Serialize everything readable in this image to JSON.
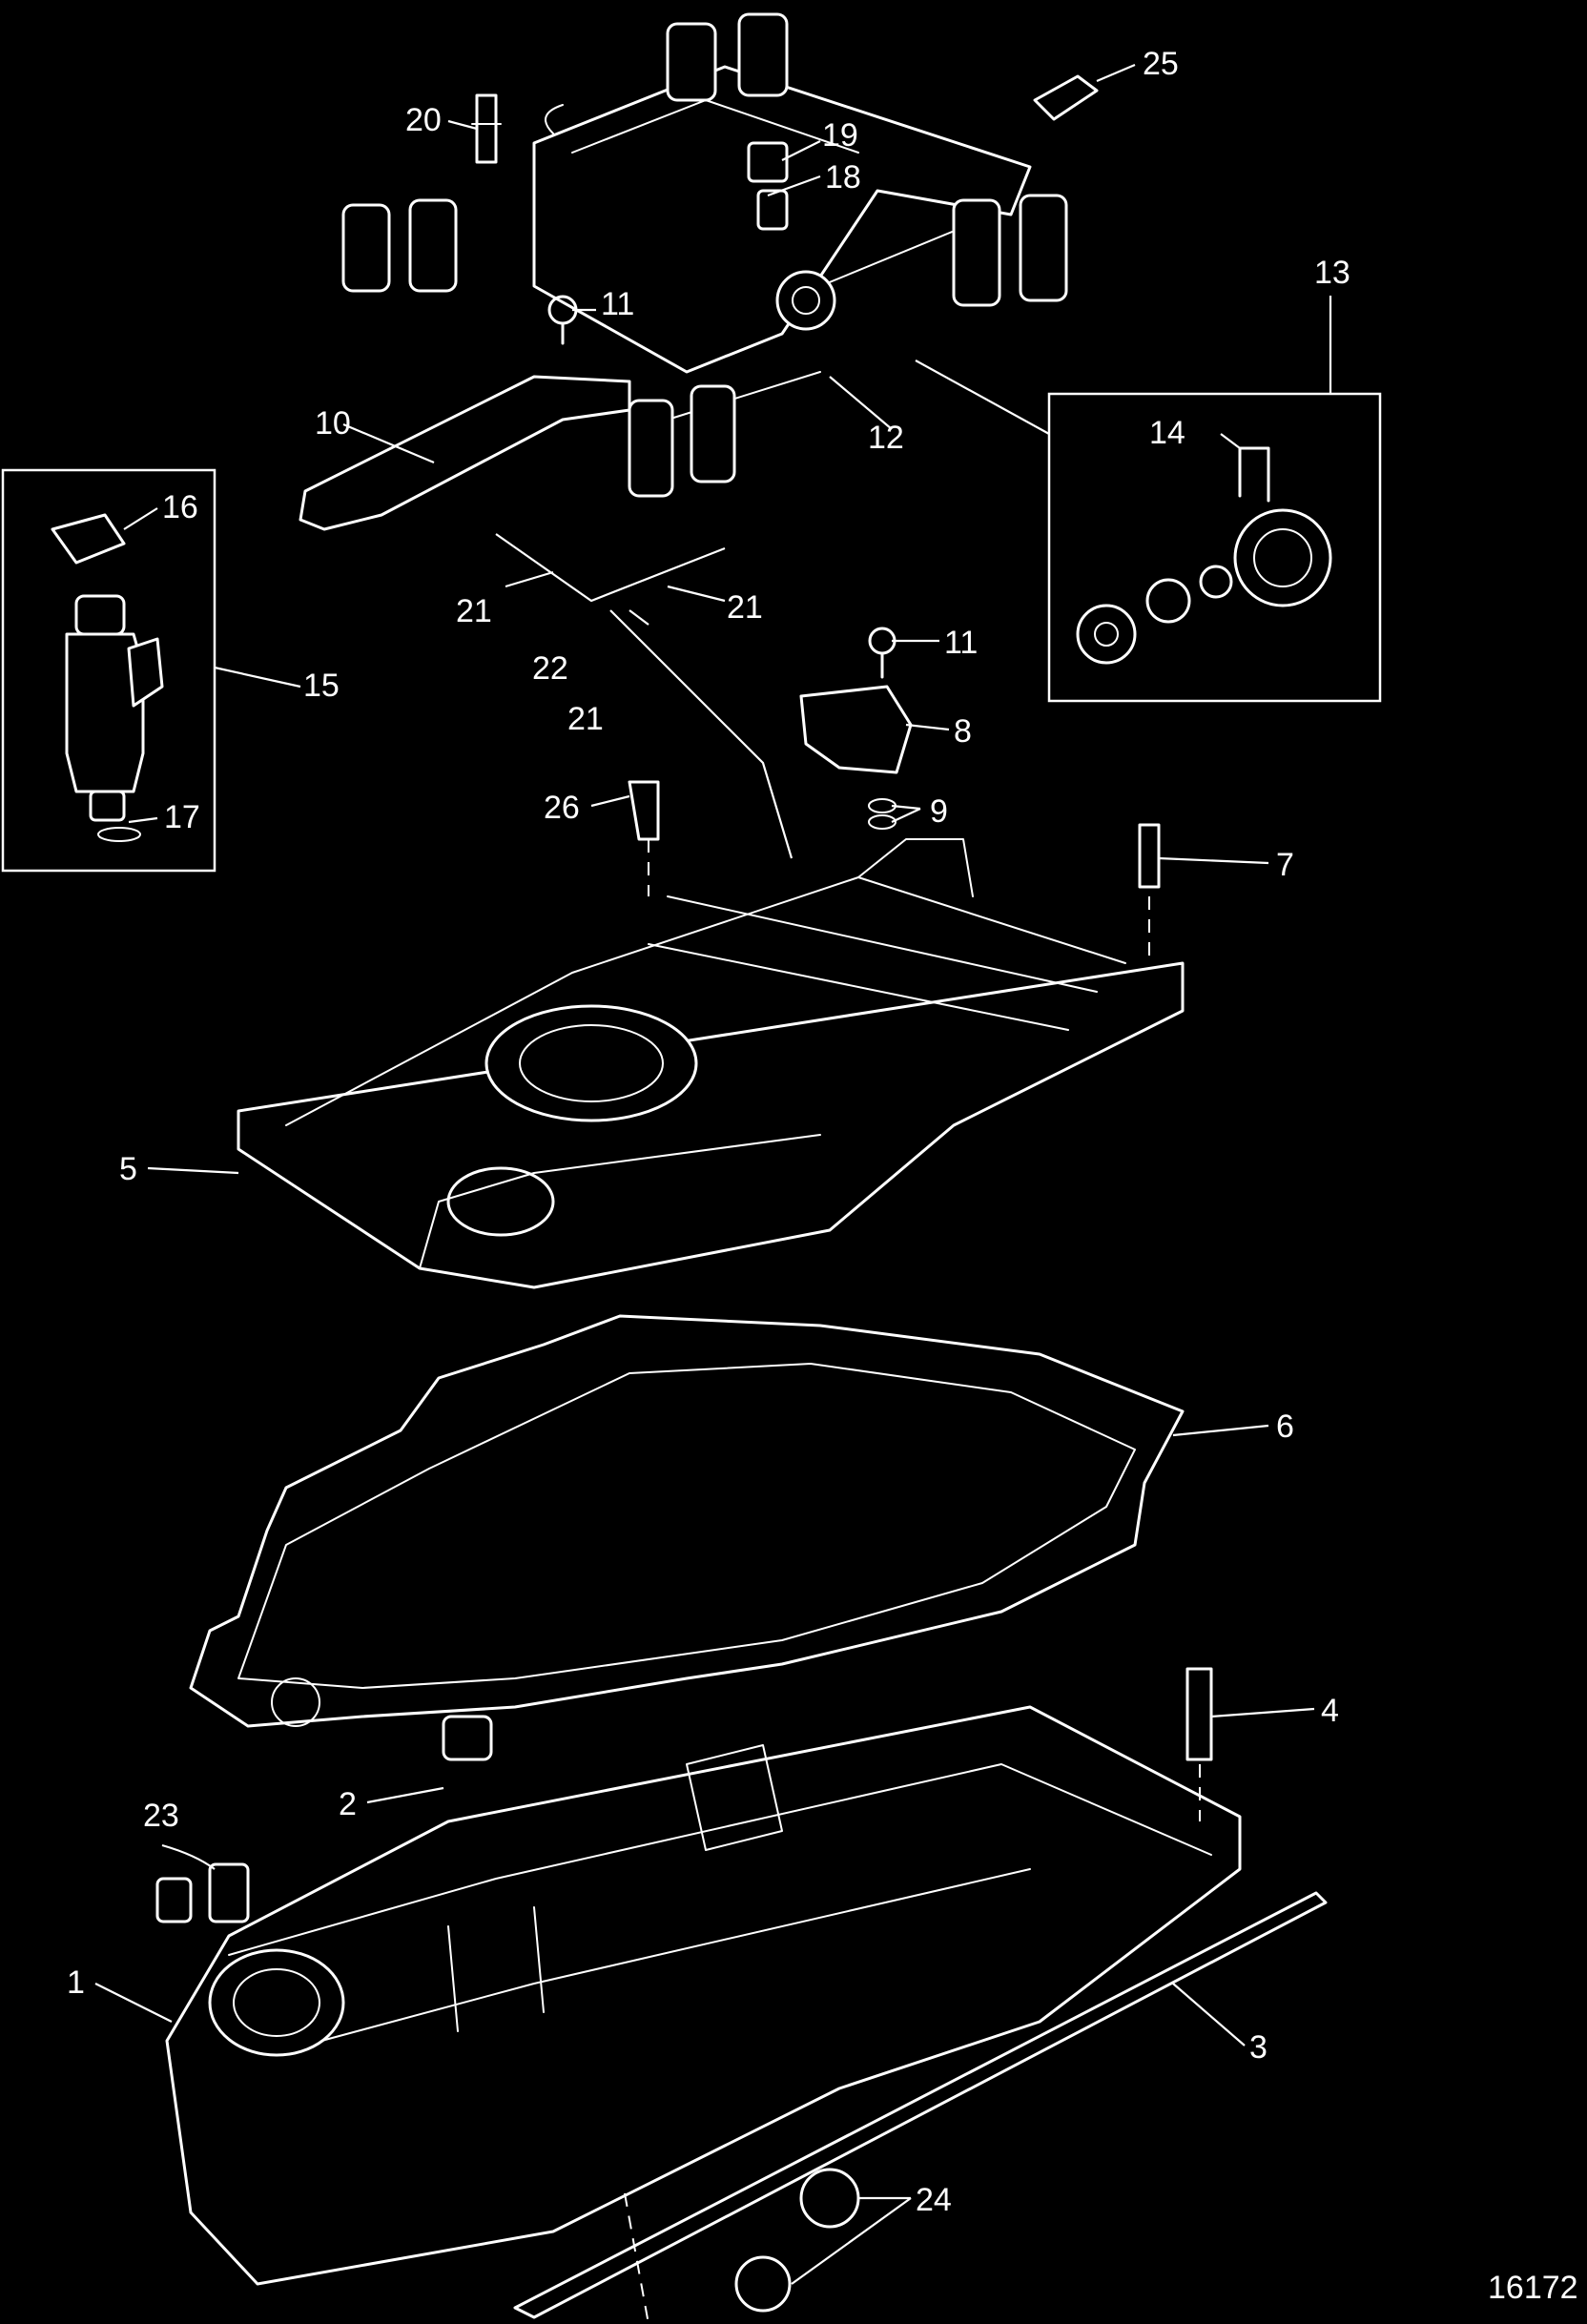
{
  "figure_number": "16172",
  "callouts": {
    "c1": "1",
    "c2": "2",
    "c3": "3",
    "c4": "4",
    "c5": "5",
    "c6": "6",
    "c7": "7",
    "c8": "8",
    "c9": "9",
    "c10": "10",
    "c11a": "11",
    "c11b": "11",
    "c12": "12",
    "c13": "13",
    "c14": "14",
    "c15": "15",
    "c16": "16",
    "c17": "17",
    "c18": "18",
    "c19": "19",
    "c20": "20",
    "c21a": "21",
    "c21b": "21",
    "c21c": "21",
    "c22": "22",
    "c23": "23",
    "c24": "24",
    "c25": "25",
    "c26": "26"
  },
  "colors": {
    "background": "#000000",
    "linework": "#ffffff"
  }
}
